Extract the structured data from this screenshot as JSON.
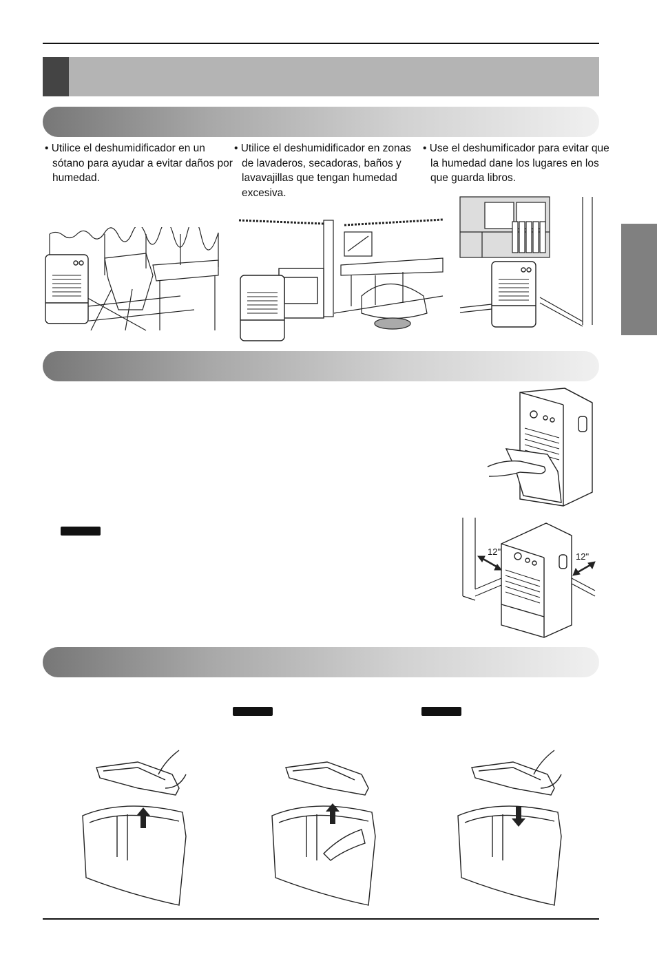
{
  "uso": {
    "bullets": [
      "• Utilice el deshumidificador en un sótano para ayudar a evitar daños por humedad.",
      "• Utilice el deshumidificador en zonas de lavaderos, secadoras, baños y lavavajillas que tengan humedad excesiva.",
      "• Use el deshumificador para evitar que la humedad dane los lugares en los que guarda libros."
    ]
  },
  "instalacion": {
    "clearance_left": "12\"",
    "clearance_right": "12\""
  },
  "colors": {
    "rule": "#111111",
    "title_bar": "#b4b4b4",
    "title_block": "#444444",
    "side_tab": "#808080"
  }
}
